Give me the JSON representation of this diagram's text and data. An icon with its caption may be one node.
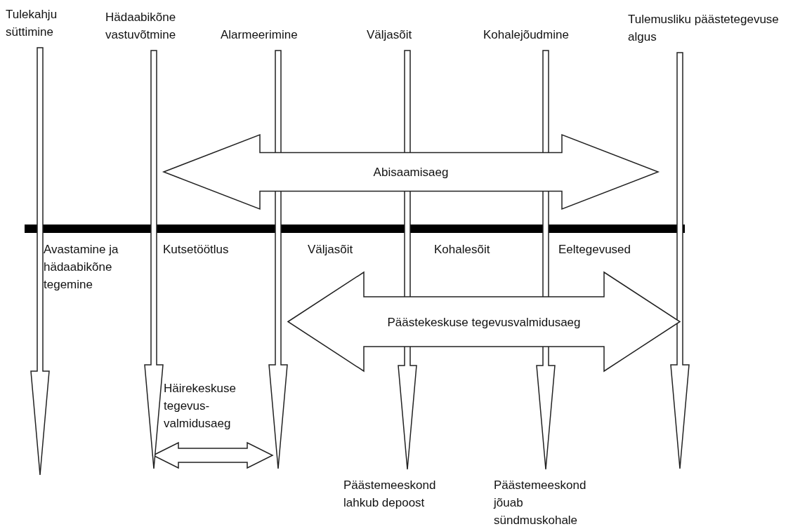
{
  "diagram": {
    "nodes": [
      {
        "text": [
          "Tulekahju süttimine"
        ]
      },
      {
        "text": [
          "Hädaabikõne vastuvõtmine"
        ]
      },
      {
        "text": [
          "Alarmeerimine"
        ]
      },
      {
        "text": [
          "Väljasõit"
        ]
      },
      {
        "text": [
          "Kohalejõudmine"
        ]
      },
      {
        "text": [
          "Tulemusliku päästetegevuse algus"
        ]
      },
      {
        "text": [
          "Abisaamisaeg"
        ]
      },
      {
        "text": [
          "Päästekeskuse tegevusvalmidusaeg"
        ]
      },
      {
        "text": [
          "Päästemeeskond lahkub depoost"
        ]
      },
      {
        "text": [
          "Päästemeeskond jõuab sündmuskohale"
        ]
      }
    ],
    "edges": [
      {
        "from": 0,
        "to": null,
        "arrow": "to"
      },
      {
        "from": 1,
        "to": null,
        "arrow": "to"
      },
      {
        "from": 2,
        "to": null,
        "arrow": "to"
      },
      {
        "from": 3,
        "to": 8,
        "arrow": "to"
      },
      {
        "from": 4,
        "to": 9,
        "arrow": "to"
      },
      {
        "from": 5,
        "to": null,
        "arrow": "to"
      }
    ],
    "labels": [
      "Avastamine ja hädaabikõne tegemine",
      "Kutsetöötlus",
      "Väljasõit",
      "Kohalesõit",
      "Eeltegevused",
      "Häirekeskuse tegevus- valmidusaeg"
    ]
  }
}
